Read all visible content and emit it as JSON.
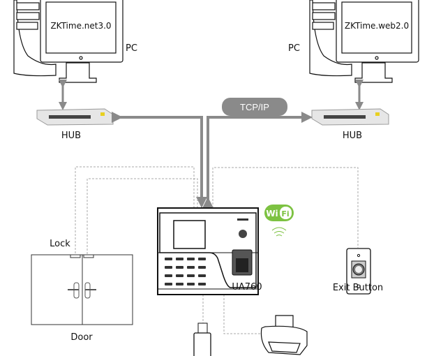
{
  "pcs": [
    {
      "screen_text": "ZKTime.net3.0",
      "label": "PC"
    },
    {
      "screen_text": "ZKTime.web2.0",
      "label": "PC"
    }
  ],
  "hubs": [
    {
      "label": "HUB"
    },
    {
      "label": "HUB"
    }
  ],
  "network": {
    "protocol_label": "TCP/IP"
  },
  "device": {
    "label": "UA760"
  },
  "wifi": {
    "logo_text": "WiFi",
    "color": "#7dc242"
  },
  "door": {
    "label": "Door",
    "lock_label": "Lock"
  },
  "exit_button": {
    "label": "Exit Button"
  },
  "colors": {
    "network_line": "#8a8a8a",
    "dashed_line": "#aaaaaa",
    "pill": "#8a8a8a"
  }
}
